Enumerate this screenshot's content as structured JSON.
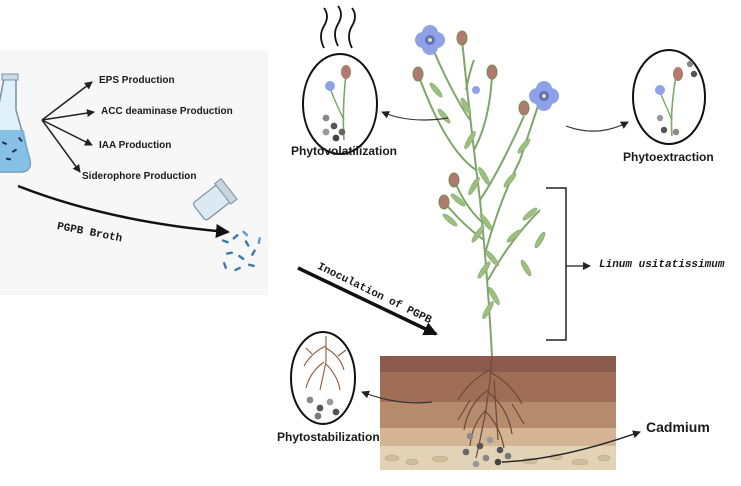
{
  "broth_panel": {
    "outputs": [
      "EPS Production",
      "ACC deaminase Production",
      "IAA Production",
      "Siderophore Production"
    ],
    "broth_label": "PGPB Broth"
  },
  "inoculation_label": "Inoculation of PGPB",
  "mechanisms": {
    "volatilization": "Phytovolatilization",
    "extraction": "Phytoextraction",
    "stabilization": "Phytostabilization"
  },
  "plant_name": "Linum usitatissimum",
  "metal": "Cadmium",
  "colors": {
    "flower": "#8fa2e6",
    "bud": "#b07a6c",
    "stem": "#7fa66a",
    "soil_top": "#8a5a4c",
    "soil_mid": "#a87c62",
    "soil_low": "#d4b493",
    "particle": "#7a7a7a"
  }
}
